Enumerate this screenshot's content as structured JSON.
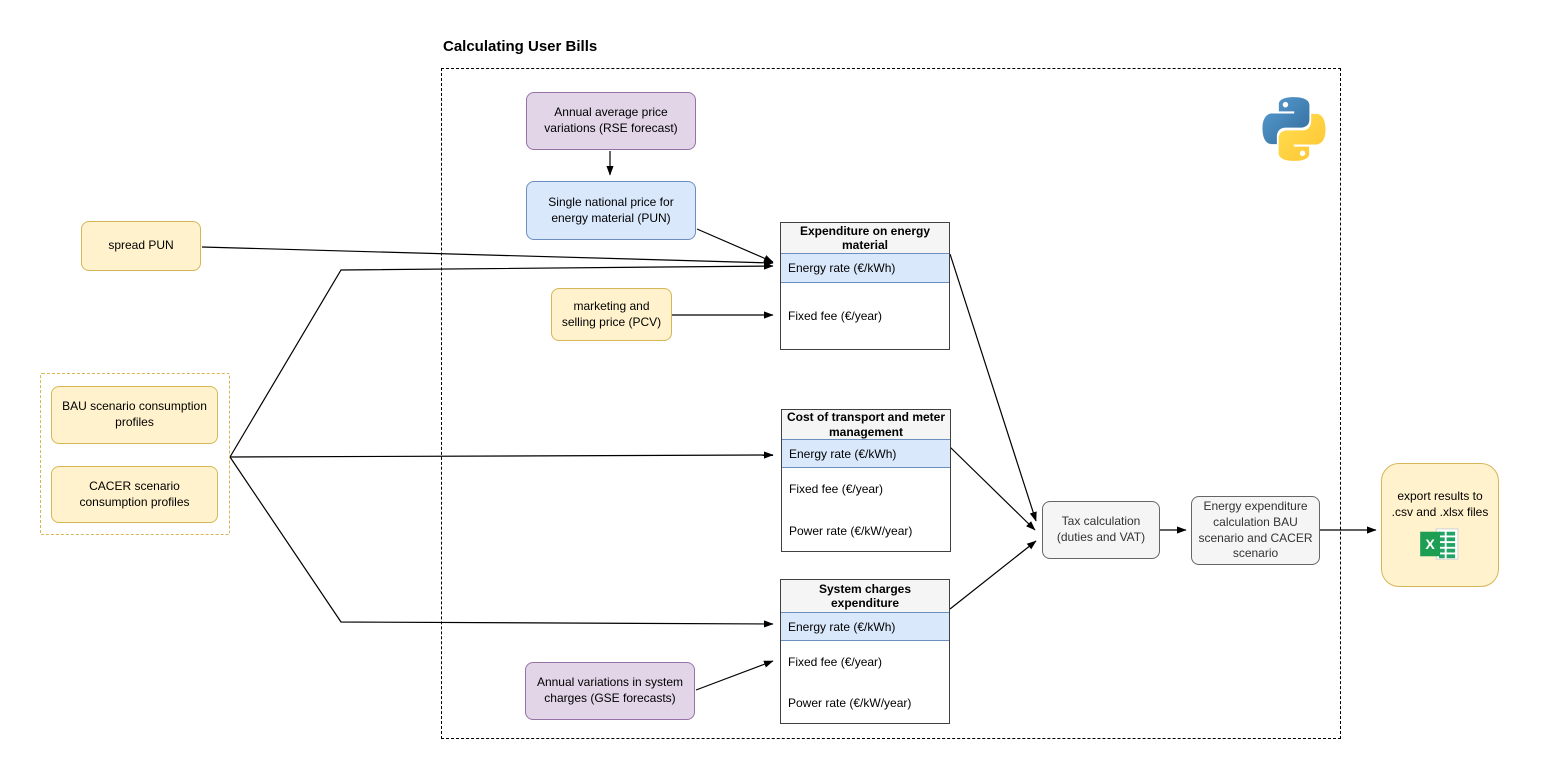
{
  "title": "Calculating User Bills",
  "nodes": {
    "rse_forecast": {
      "label": "Annual average price variations (RSE forecast)"
    },
    "pun": {
      "label": "Single national price for energy material (PUN)"
    },
    "spread_pun": {
      "label": "spread PUN"
    },
    "pcv": {
      "label": "marketing and selling price (PCV)"
    },
    "bau_profiles": {
      "label": "BAU scenario consumption profiles"
    },
    "cacer_profiles": {
      "label": "CACER scenario consumption profiles"
    },
    "gse_forecast": {
      "label": "Annual variations in system charges (GSE forecasts)"
    },
    "tax_calculation": {
      "label": "Tax calculation (duties and VAT)"
    },
    "energy_expenditure": {
      "label": "Energy expenditure calculation BAU scenario and CACER scenario"
    },
    "export_results": {
      "label": "export results to .csv and .xlsx files"
    }
  },
  "tables": [
    {
      "header": "Expenditure on energy material",
      "rows": [
        {
          "label": "Energy rate (€/kWh)",
          "highlighted": true
        },
        {
          "label": "Fixed fee (€/year)",
          "highlighted": false
        }
      ]
    },
    {
      "header": "Cost of transport and meter management",
      "rows": [
        {
          "label": "Energy rate (€/kWh)",
          "highlighted": true
        },
        {
          "label": "Fixed fee (€/year)",
          "highlighted": false
        },
        {
          "label": "Power rate (€/kW/year)",
          "highlighted": false
        }
      ]
    },
    {
      "header": "System charges expenditure",
      "rows": [
        {
          "label": "Energy rate (€/kWh)",
          "highlighted": true
        },
        {
          "label": "Fixed fee (€/year)",
          "highlighted": false
        },
        {
          "label": "Power rate (€/kW/year)",
          "highlighted": false
        }
      ]
    }
  ],
  "icons": {
    "python": "python-logo",
    "excel": "excel-logo"
  },
  "colors": {
    "purple_fill": "#E1D5E7",
    "purple_border": "#9673A6",
    "blue_fill": "#DAE8FC",
    "blue_border": "#6C8EBF",
    "yellow_fill": "#FFF2CC",
    "yellow_border": "#D6B656",
    "gray_fill": "#F5F5F5",
    "gray_border": "#666666",
    "python_blue": "#3873A9",
    "python_yellow": "#FFD43B",
    "excel_green": "#1E9E53",
    "arrow": "#000000"
  }
}
